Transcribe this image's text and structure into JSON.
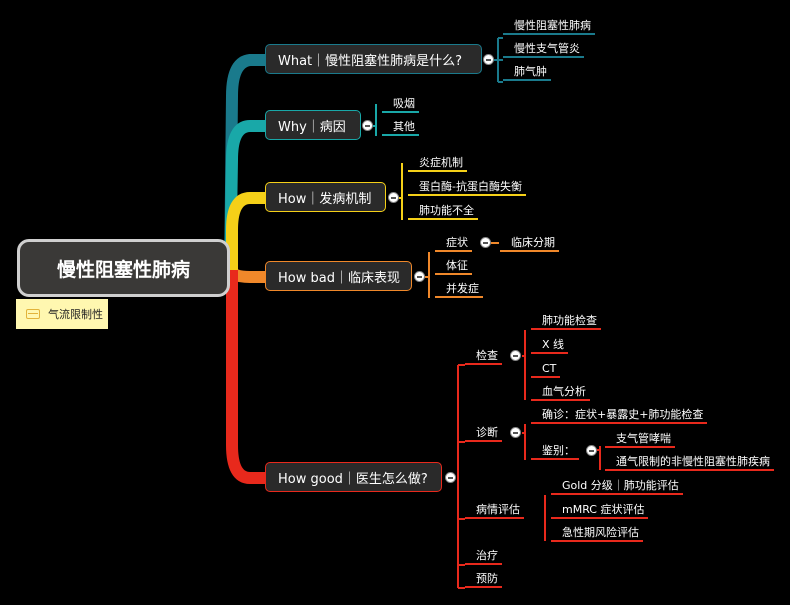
{
  "root": {
    "label": "慢性阻塞性肺病"
  },
  "callout": {
    "label": "气流限制性"
  },
  "colors": {
    "teal": "#1a7a8c",
    "cyan": "#19a8a8",
    "yellow": "#f5d018",
    "orange": "#f0882a",
    "red": "#e8291c"
  },
  "branches": {
    "what": {
      "label": "What｜慢性阻塞性肺病是什么?",
      "children": [
        "慢性阻塞性肺病",
        "慢性支气管炎",
        "肺气肿"
      ]
    },
    "why": {
      "label": "Why｜病因",
      "children": [
        "吸烟",
        "其他"
      ]
    },
    "how": {
      "label": "How｜发病机制",
      "children": [
        "炎症机制",
        "蛋白酶-抗蛋白酶失衡",
        "肺功能不全"
      ]
    },
    "howbad": {
      "label": "How bad｜临床表现",
      "symptom": "症状",
      "symptom_child": "临床分期",
      "signs": "体征",
      "complications": "并发症"
    },
    "howgood": {
      "label": "How good｜医生怎么做?",
      "exam": {
        "label": "检查",
        "children": [
          "肺功能检查",
          "X 线",
          "CT",
          "血气分析"
        ]
      },
      "diagnosis": {
        "label": "诊断",
        "confirm": "确诊：症状+暴露史+肺功能检查",
        "differential": "鉴别：",
        "differential_children": [
          "支气管哮喘",
          "通气限制的非慢性阻塞性肺疾病"
        ]
      },
      "assessment": {
        "label": "病情评估",
        "children": [
          "Gold 分级｜肺功能评估",
          "mMRC 症状评估",
          "急性期风险评估"
        ]
      },
      "treatment": "治疗",
      "prevention": "预防"
    }
  }
}
